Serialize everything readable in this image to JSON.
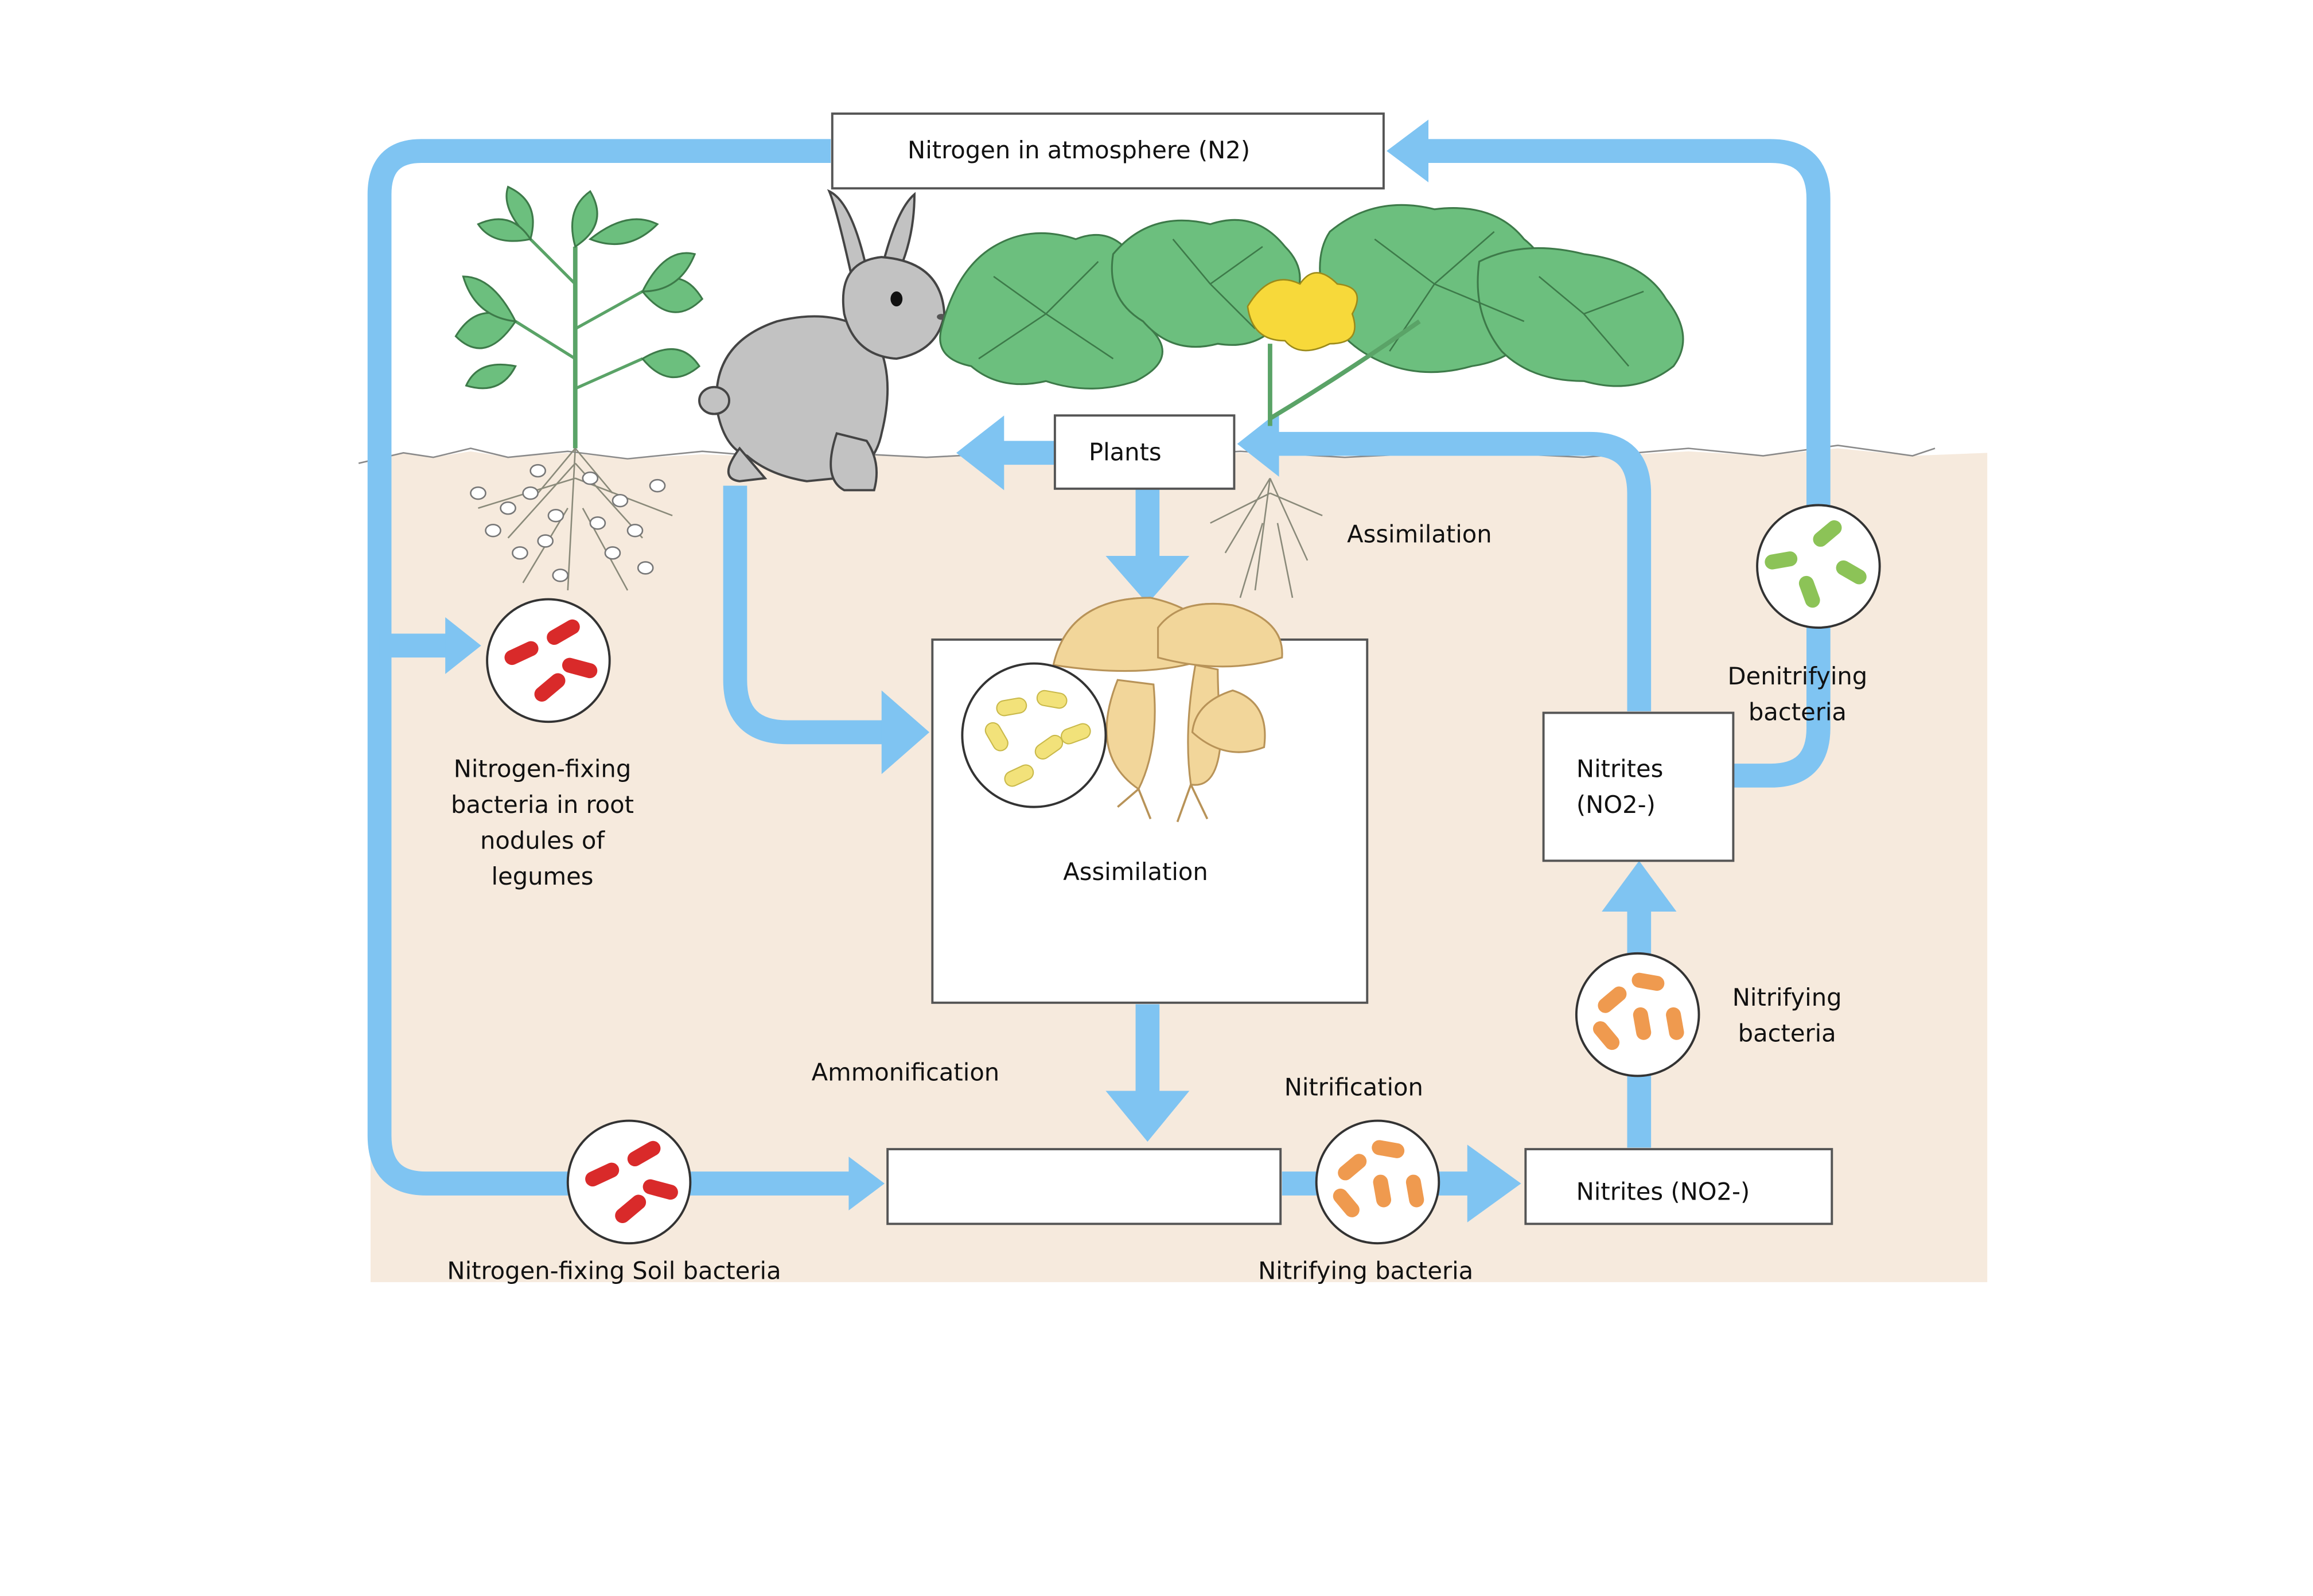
{
  "labels": {
    "atmosphere": "Nitrogen in atmosphere (N2)",
    "plants": "Plants",
    "assimilation_right": "Assimilation",
    "assimilation_box": "Assimilation",
    "denitrifying_line1": "Denitrifying",
    "denitrifying_line2": "bacteria",
    "nitrites_box_line1": "Nitrites",
    "nitrites_box_line2": "(NO2-)",
    "nfix_root_line1": "Nitrogen-fixing",
    "nfix_root_line2": "bacteria in root",
    "nfix_root_line3": "nodules of",
    "nfix_root_line4": "legumes",
    "nitrifying_right_line1": "Nitrifying",
    "nitrifying_right_line2": "bacteria",
    "ammonification": "Ammonification",
    "nitrification": "Nitrification",
    "nitrites_bottom": "Nitrites (NO2-)",
    "nfix_soil": "Nitrogen-fixing Soil bacteria",
    "nitrifying_bottom": "Nitrifying bacteria",
    "ammonium_box": ""
  },
  "colors": {
    "arrow": "#7fc4f2",
    "soil": "#f6eadd",
    "leaf": "#6cbf7e",
    "red_bacteria": "#d92a2a",
    "orange_bacteria": "#ef9a4f",
    "yellow_bacteria": "#f2e27a",
    "green_bacteria": "#8cc357",
    "rabbit": "#c2c2c2",
    "mushroom": "#f2d69a",
    "flower": "#f7d93a"
  }
}
